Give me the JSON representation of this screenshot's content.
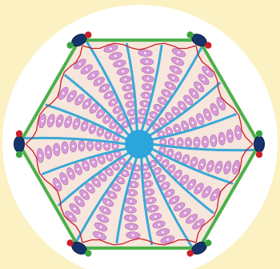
{
  "diagram": {
    "subject": "liver lobule",
    "description_visible_text": [],
    "colors": {
      "background": "#fbf1c2",
      "disc": "#ffffff",
      "lobule_fill": "#f7e6dc",
      "boundary_green": "#4bb04a",
      "sinusoid_blue": "#3aa8d8",
      "central_vein": "#2ba6dc",
      "hepatocyte": "#d79ad6",
      "hepatocyte_edge": "#b06ab0",
      "nucleus": "#ffffff",
      "arteriole_red": "#c91f2a",
      "portal_vein_navy": "#16336b",
      "bile_duct_green": "#3aa341"
    },
    "structures": [
      {
        "name": "central-vein"
      },
      {
        "name": "sinusoid",
        "count": 18
      },
      {
        "name": "hepatocyte-plate",
        "count": 18
      },
      {
        "name": "portal-triad",
        "count": 6
      },
      {
        "name": "hexagonal-boundary"
      }
    ]
  }
}
